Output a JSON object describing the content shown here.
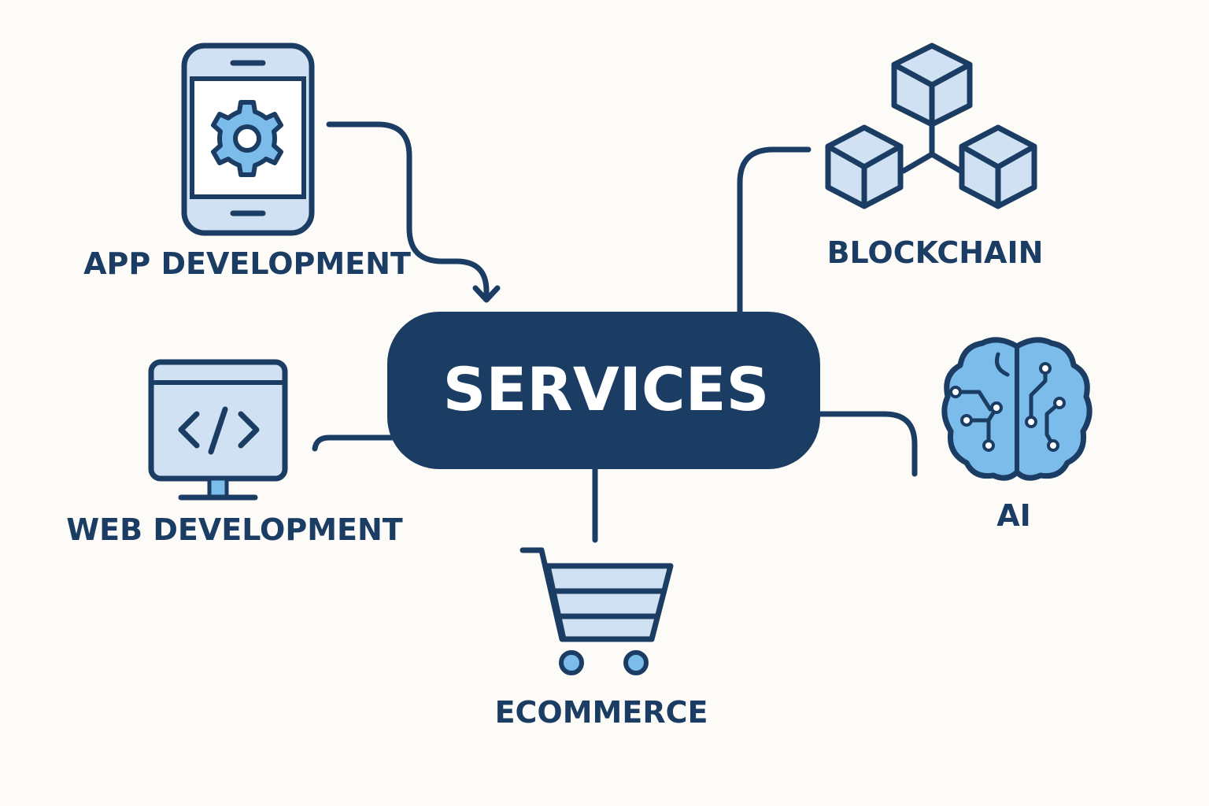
{
  "center": {
    "label": "SERVICES"
  },
  "services": [
    {
      "id": "app",
      "label": "APP DEVELOPMENT",
      "icon": "smartphone-gear-icon"
    },
    {
      "id": "web",
      "label": "WEB DEVELOPMENT",
      "icon": "monitor-code-icon"
    },
    {
      "id": "ecommerce",
      "label": "ECOMMERCE",
      "icon": "shopping-cart-icon"
    },
    {
      "id": "blockchain",
      "label": "BLOCKCHAIN",
      "icon": "blockchain-cubes-icon"
    },
    {
      "id": "ai",
      "label": "AI",
      "icon": "brain-circuit-icon"
    }
  ],
  "colors": {
    "background": "#fdfbf8",
    "primary": "#1b3d63",
    "icon_fill_light": "#cfe1f2",
    "icon_fill_accent": "#7bbcea",
    "center_text": "#ffffff"
  }
}
